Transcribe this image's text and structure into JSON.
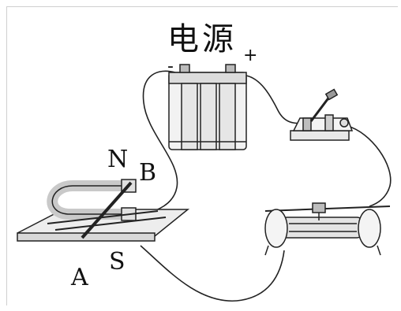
{
  "power_label": "电源",
  "negative_sign": "-",
  "positive_sign": "+",
  "pole_n": "N",
  "pole_s": "S",
  "point_a": "A",
  "point_b": "B"
}
